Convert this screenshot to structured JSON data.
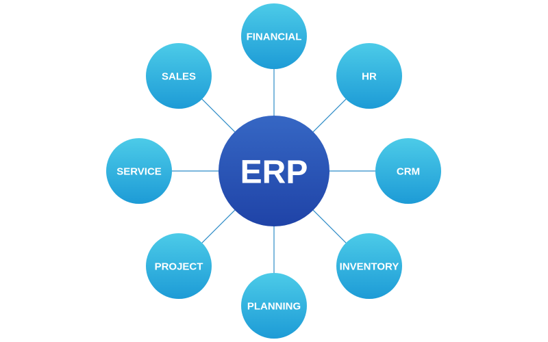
{
  "hub": {
    "label": "ERP",
    "color_top": "#3563c2",
    "color_bottom": "#1f44a8"
  },
  "satellites": [
    {
      "id": "financial",
      "label": "FINANCIAL"
    },
    {
      "id": "hr",
      "label": "HR"
    },
    {
      "id": "crm",
      "label": "CRM"
    },
    {
      "id": "inventory",
      "label": "INVENTORY"
    },
    {
      "id": "planning",
      "label": "PLANNING"
    },
    {
      "id": "project",
      "label": "PROJECT"
    },
    {
      "id": "service",
      "label": "SERVICE"
    },
    {
      "id": "sales",
      "label": "SALES"
    }
  ],
  "colors": {
    "satellite_top": "#4ccbe8",
    "satellite_bottom": "#1d9bd6",
    "connector": "#2a8ac6"
  }
}
